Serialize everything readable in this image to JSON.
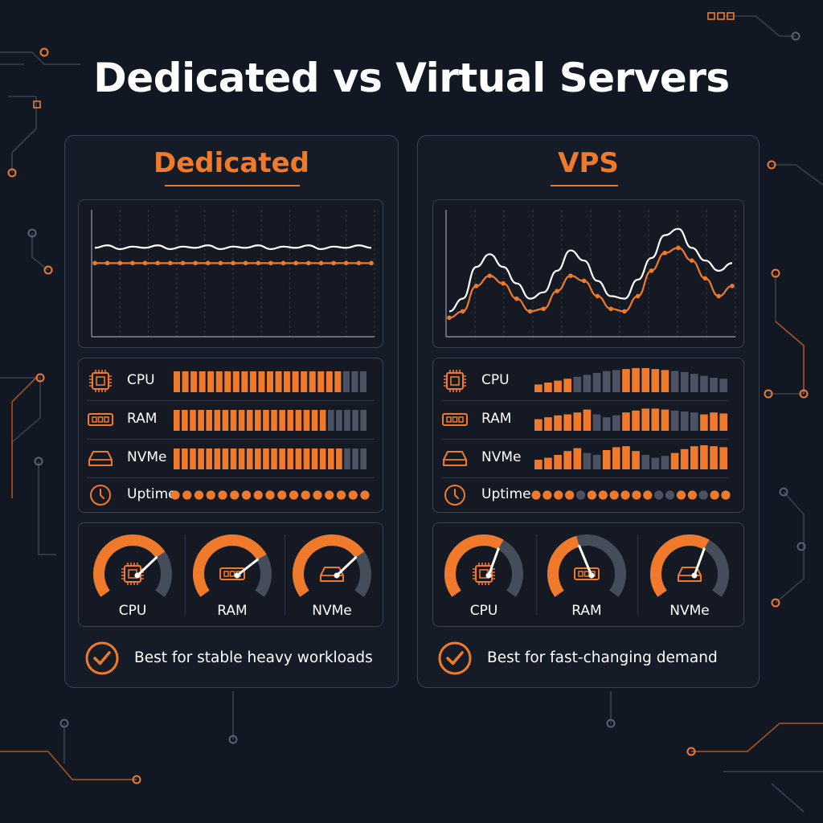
{
  "title": "Dedicated vs Virtual Servers",
  "colors": {
    "background": "#111824",
    "accent": "#f07a2c",
    "muted_bar": "#4a5263",
    "line": "#ffffff"
  },
  "panels": [
    {
      "key": "dedicated",
      "title": "Dedicated",
      "chart": {
        "white_line": [
          0.7,
          0.72,
          0.69,
          0.71,
          0.7,
          0.72,
          0.69,
          0.71,
          0.7,
          0.72,
          0.69,
          0.71,
          0.7,
          0.72,
          0.69,
          0.71,
          0.7,
          0.72,
          0.69,
          0.71,
          0.7,
          0.72,
          0.7
        ],
        "orange_line": [
          0.58,
          0.58,
          0.58,
          0.58,
          0.58,
          0.58,
          0.58,
          0.58,
          0.58,
          0.58,
          0.58,
          0.58,
          0.58,
          0.58,
          0.58,
          0.58,
          0.58,
          0.58,
          0.58,
          0.58,
          0.58,
          0.58,
          0.58
        ]
      },
      "metrics": [
        {
          "icon": "cpu-icon",
          "label": "CPU",
          "levels": [
            1,
            1,
            1,
            1,
            1,
            1,
            1,
            1,
            1,
            1,
            1,
            1,
            1,
            1,
            1,
            1,
            1,
            1,
            1,
            1,
            0,
            0,
            0
          ],
          "active": 20
        },
        {
          "icon": "ram-icon",
          "label": "RAM",
          "levels": [
            1,
            1,
            1,
            1,
            1,
            1,
            1,
            1,
            1,
            1,
            1,
            1,
            1,
            1,
            1,
            1,
            1,
            1,
            1,
            1,
            0,
            0,
            0,
            0
          ],
          "active": 19
        },
        {
          "icon": "nvme-icon",
          "label": "NVMe",
          "levels": [
            1,
            1,
            1,
            1,
            1,
            1,
            1,
            1,
            1,
            1,
            1,
            1,
            1,
            1,
            1,
            1,
            1,
            1,
            1,
            1,
            1,
            1,
            0,
            0
          ],
          "active": 21
        }
      ],
      "uptime": {
        "icon": "clock-icon",
        "label": "Uptime",
        "dots": [
          1,
          1,
          1,
          1,
          1,
          1,
          1,
          1,
          1,
          1,
          1,
          1,
          1,
          1,
          1,
          1,
          1
        ]
      },
      "gauges": [
        {
          "icon": "cpu-icon",
          "label": "CPU",
          "value": 0.72
        },
        {
          "icon": "ram-icon",
          "label": "RAM",
          "value": 0.74
        },
        {
          "icon": "nvme-icon",
          "label": "NVMe",
          "value": 0.72
        }
      ],
      "footer": "Best for stable heavy workloads"
    },
    {
      "key": "vps",
      "title": "VPS",
      "chart": {
        "white_line": [
          0.2,
          0.3,
          0.55,
          0.65,
          0.55,
          0.42,
          0.3,
          0.35,
          0.52,
          0.68,
          0.6,
          0.44,
          0.32,
          0.3,
          0.45,
          0.62,
          0.8,
          0.85,
          0.7,
          0.6,
          0.52,
          0.58
        ],
        "orange_line": [
          0.15,
          0.2,
          0.4,
          0.48,
          0.42,
          0.3,
          0.2,
          0.22,
          0.36,
          0.48,
          0.44,
          0.32,
          0.22,
          0.2,
          0.32,
          0.52,
          0.66,
          0.7,
          0.6,
          0.46,
          0.32,
          0.4
        ]
      },
      "metrics": [
        {
          "icon": "cpu-icon",
          "label": "CPU",
          "levels": [
            0.15,
            0.25,
            0.35,
            0.45,
            0.55,
            0.65,
            0.75,
            0.85,
            0.9,
            0.95,
            1.0,
            1.0,
            0.95,
            0.9,
            0.85,
            0.8,
            0.7,
            0.6,
            0.5,
            0.45
          ],
          "active_mask": [
            1,
            1,
            1,
            1,
            0,
            0,
            0,
            0,
            0,
            1,
            1,
            1,
            1,
            1,
            0,
            0,
            0,
            0,
            0,
            0
          ]
        },
        {
          "icon": "ram-icon",
          "label": "RAM",
          "levels": [
            0.35,
            0.45,
            0.55,
            0.6,
            0.7,
            0.85,
            0.6,
            0.45,
            0.55,
            0.7,
            0.8,
            0.9,
            0.9,
            0.85,
            0.8,
            0.75,
            0.7,
            0.6,
            0.7,
            0.65
          ],
          "active_mask": [
            1,
            1,
            1,
            1,
            1,
            1,
            0,
            0,
            0,
            1,
            1,
            1,
            1,
            1,
            0,
            0,
            0,
            1,
            1,
            1
          ]
        },
        {
          "icon": "nvme-icon",
          "label": "NVMe",
          "levels": [
            0.25,
            0.35,
            0.5,
            0.7,
            0.85,
            0.6,
            0.5,
            0.75,
            0.9,
            0.95,
            0.7,
            0.5,
            0.35,
            0.45,
            0.6,
            0.8,
            0.95,
            1.0,
            0.95,
            0.9
          ],
          "active_mask": [
            1,
            1,
            1,
            1,
            1,
            0,
            0,
            1,
            1,
            1,
            1,
            0,
            0,
            0,
            1,
            1,
            1,
            1,
            1,
            1
          ]
        }
      ],
      "uptime": {
        "icon": "clock-icon",
        "label": "Uptime",
        "dots": [
          1,
          1,
          1,
          1,
          0,
          1,
          1,
          1,
          1,
          1,
          1,
          0,
          0,
          1,
          1,
          0,
          1,
          1
        ]
      },
      "gauges": [
        {
          "icon": "cpu-icon",
          "label": "CPU",
          "value": 0.62
        },
        {
          "icon": "ram-icon",
          "label": "RAM",
          "value": 0.44
        },
        {
          "icon": "nvme-icon",
          "label": "NVMe",
          "value": 0.62
        }
      ],
      "footer": "Best for fast-changing demand"
    }
  ]
}
